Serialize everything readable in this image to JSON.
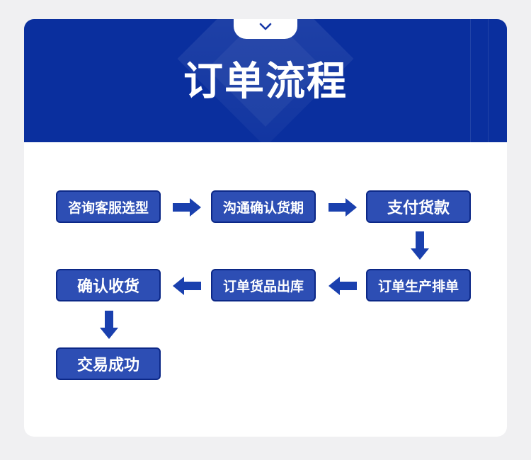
{
  "title": "订单流程",
  "colors": {
    "header_bg": "#0a2f9e",
    "node_fill": "#2d4eb4",
    "node_border": "#0c2887",
    "arrow": "#1a40ae",
    "card_bg": "#ffffff",
    "page_bg": "#f0f0f2"
  },
  "icons": {
    "tab": "chevron-down-icon",
    "arrow": "arrow-icon"
  },
  "steps": [
    {
      "id": "consult",
      "label": "咨询客服选型"
    },
    {
      "id": "confirm_period",
      "label": "沟通确认货期"
    },
    {
      "id": "pay",
      "label": "支付货款"
    },
    {
      "id": "schedule",
      "label": "订单生产排单"
    },
    {
      "id": "ship",
      "label": "订单货品出库"
    },
    {
      "id": "receive",
      "label": "确认收货"
    },
    {
      "id": "success",
      "label": "交易成功"
    }
  ],
  "edges": [
    {
      "from": "consult",
      "to": "confirm_period"
    },
    {
      "from": "confirm_period",
      "to": "pay"
    },
    {
      "from": "pay",
      "to": "schedule"
    },
    {
      "from": "schedule",
      "to": "ship"
    },
    {
      "from": "ship",
      "to": "receive"
    },
    {
      "from": "receive",
      "to": "success"
    }
  ]
}
